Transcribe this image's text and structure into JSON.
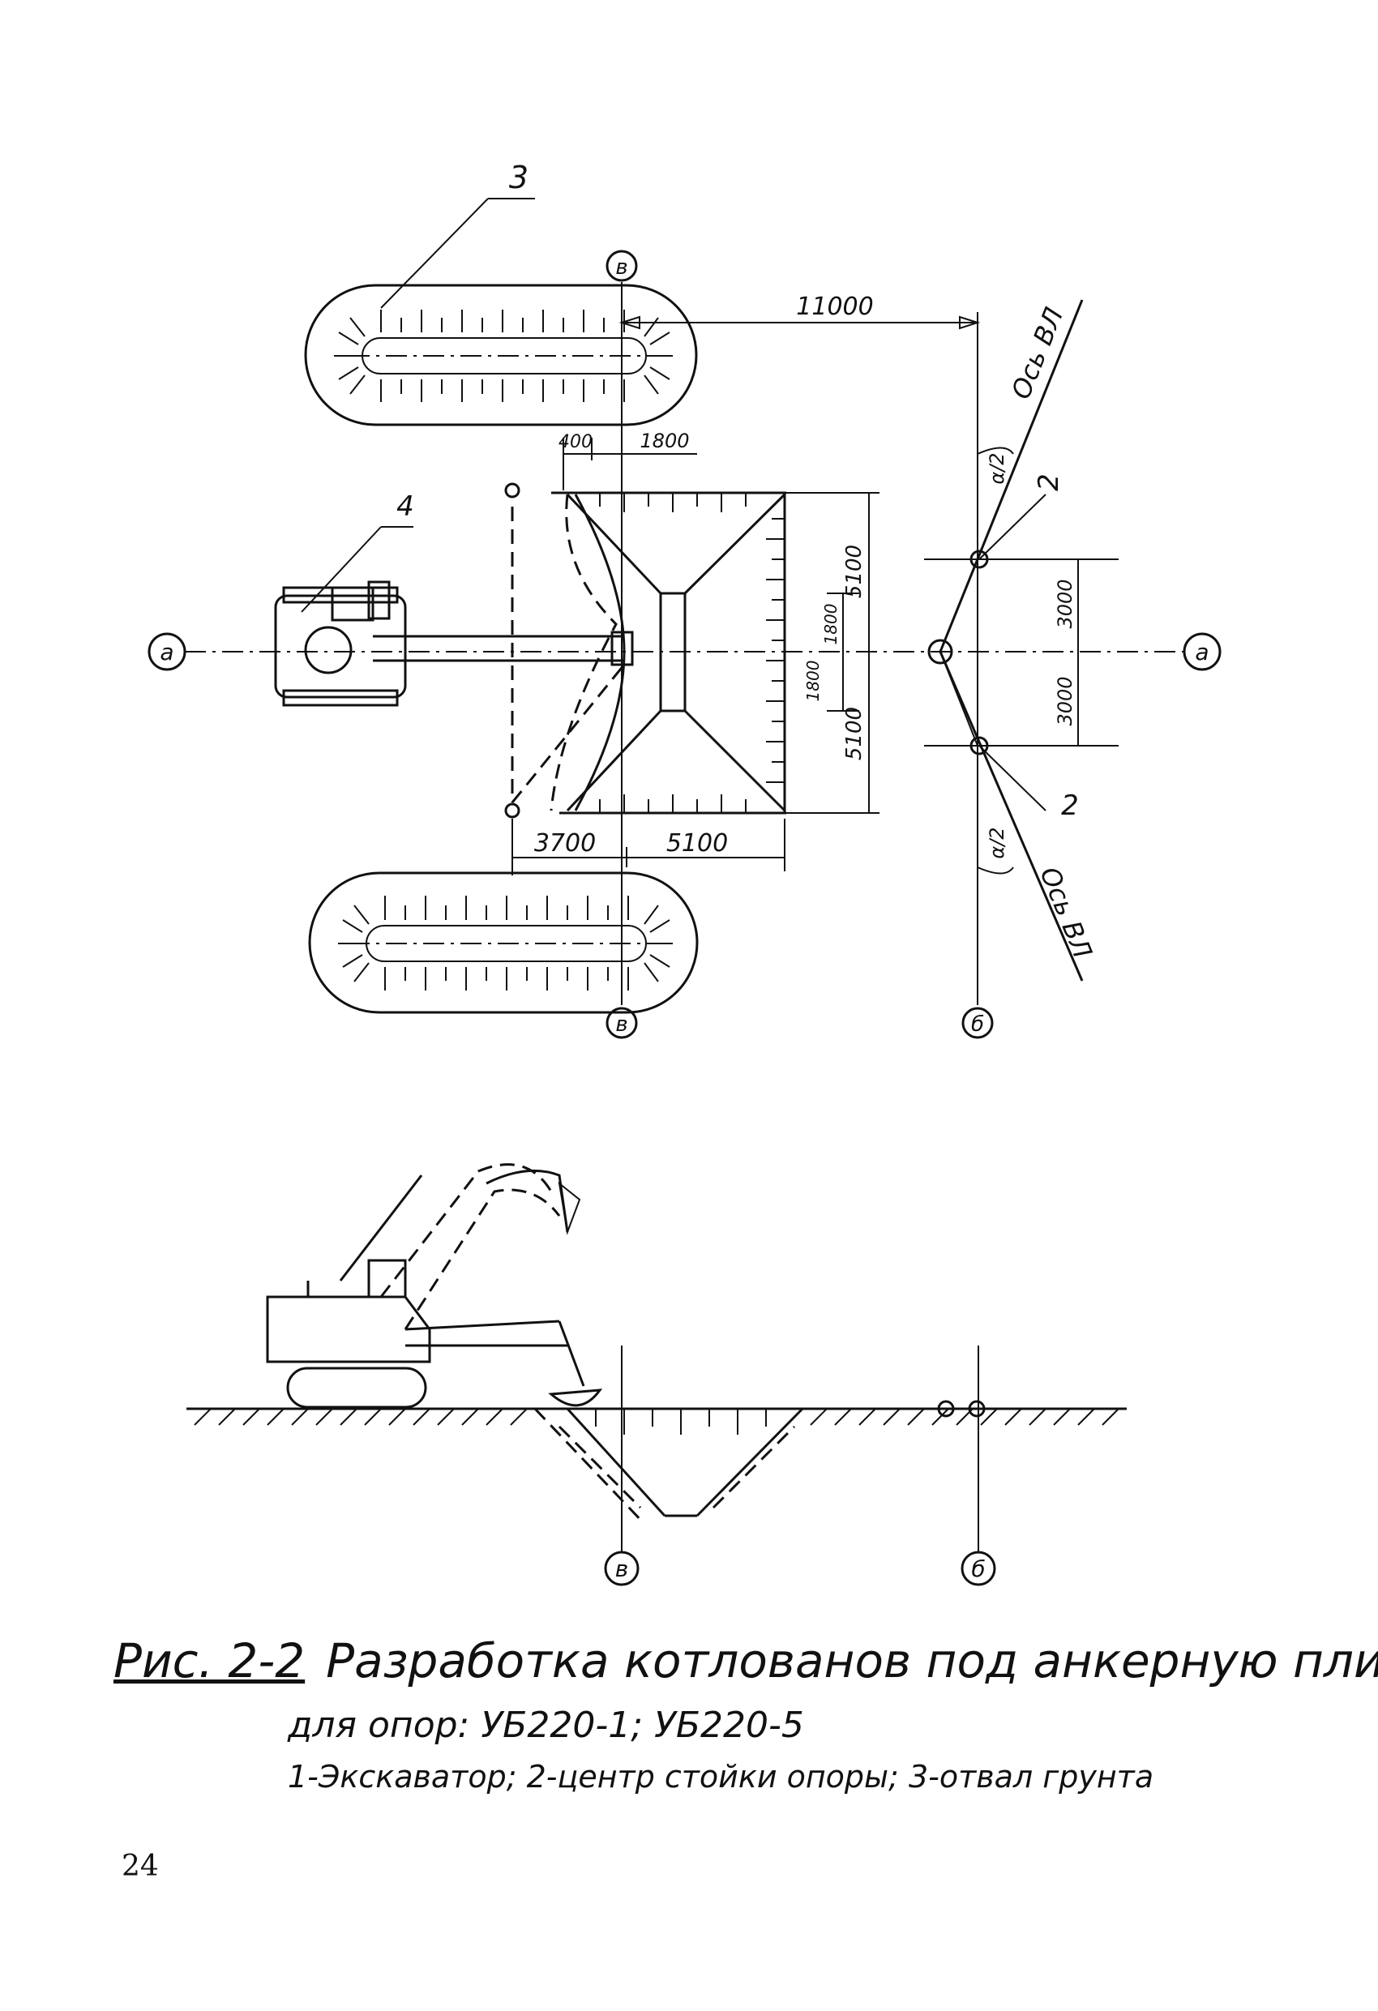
{
  "plan": {
    "axis_a_left": "а",
    "axis_a_right": "а",
    "axis_v_top": "в",
    "axis_v_bottom": "в",
    "axis_b_bottom": "б",
    "dim_11000": "11000",
    "dim_400": "400",
    "dim_1800": "1800",
    "dim_3700": "3700",
    "dim_5100_bottom": "5100",
    "dim_5100_upper": "5100",
    "dim_5100_lower": "5100",
    "dim_1800_mid_a": "1800",
    "dim_1800_mid_b": "1800",
    "dim_3000_upper": "3000",
    "dim_3000_lower": "3000",
    "axis_vl_upper": "Ось ВЛ",
    "axis_vl_lower": "Ось ВЛ",
    "angle_upper": "α/2",
    "angle_lower": "α/2",
    "callout_3": "3",
    "callout_4": "4",
    "callout_2_upper": "2",
    "callout_2_lower": "2"
  },
  "section": {
    "axis_v": "в",
    "axis_b": "б"
  },
  "caption": {
    "fig_no": "Рис. 2-2",
    "title": "Разработка котлованов под анкерную плиту",
    "subtitle": "для опор: УБ220-1; УБ220-5",
    "legend": "1-Экскаватор; 2-центр стойки опоры; 3-отвал грунта"
  },
  "page_number": "24"
}
